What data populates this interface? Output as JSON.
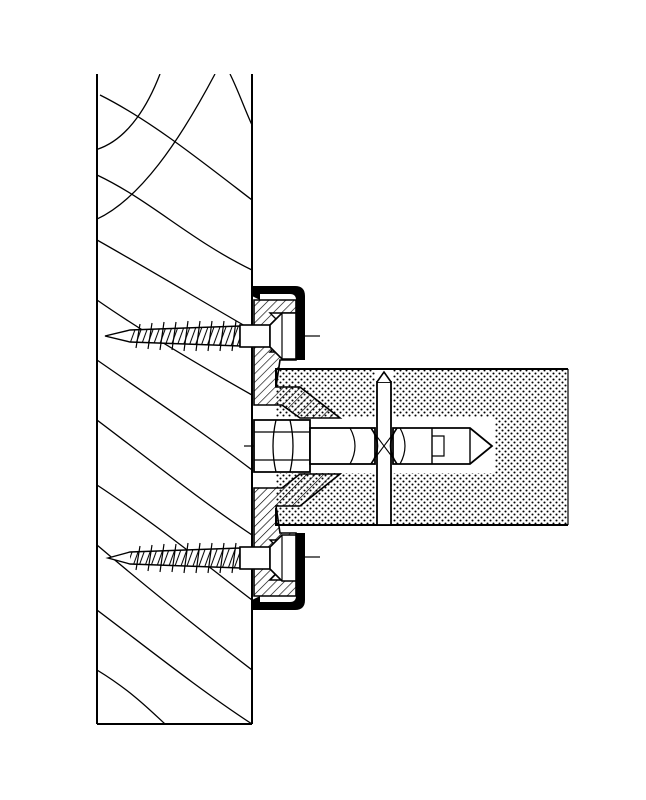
{
  "diagram": {
    "kind": "technical-section-drawing",
    "colors": {
      "ink": "#000000",
      "paper": "#ffffff"
    },
    "parts": [
      "wood-wall-panel",
      "metal-bracket",
      "upper-wood-screw",
      "lower-wood-screw",
      "hex-nut",
      "connector-bolt",
      "cross-dowel-pin",
      "particle-board-shelf"
    ]
  }
}
